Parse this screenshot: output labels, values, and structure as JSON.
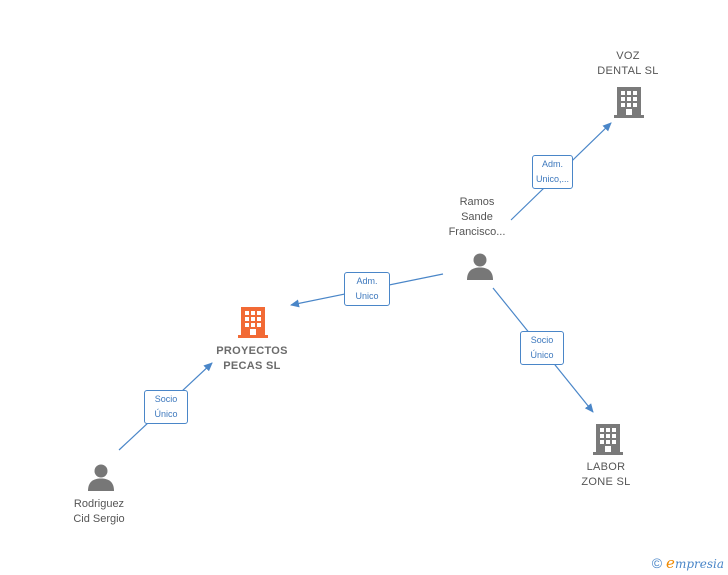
{
  "colors": {
    "edge": "#4a86c8",
    "company_icon": "#7a7a7a",
    "main_company_icon": "#f26a35",
    "person_icon": "#777777"
  },
  "nodes": {
    "voz_dental": {
      "line1": "VOZ",
      "line2": "DENTAL  SL",
      "icon": "building-icon"
    },
    "ramos": {
      "line1": "Ramos",
      "line2": "Sande",
      "line3": "Francisco...",
      "icon": "person-icon"
    },
    "proyectos": {
      "line1": "PROYECTOS",
      "line2": "PECAS  SL",
      "icon": "building-icon"
    },
    "labor_zone": {
      "line1": "LABOR",
      "line2": "ZONE  SL",
      "icon": "building-icon"
    },
    "rodriguez": {
      "line1": "Rodriguez",
      "line2": "Cid Sergio",
      "icon": "person-icon"
    }
  },
  "edges": {
    "ramos_voz": {
      "line1": "Adm.",
      "line2": "Unico,..."
    },
    "ramos_proyectos": {
      "line1": "Adm.",
      "line2": "Unico"
    },
    "ramos_labor": {
      "line1": "Socio",
      "line2": "Único"
    },
    "rodriguez_proyectos": {
      "line1": "Socio",
      "line2": "Único"
    }
  },
  "footer": {
    "copyright": "©",
    "brand_initial": "e",
    "brand_rest": "mpresia"
  }
}
